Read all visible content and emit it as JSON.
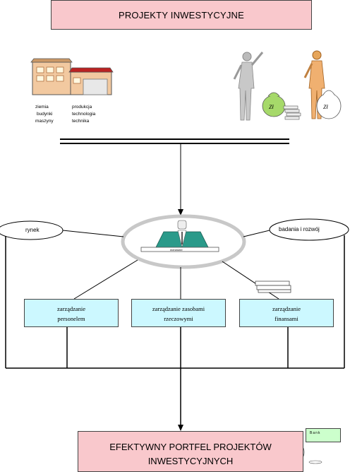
{
  "header": {
    "title": "PROJEKTY INWESTYCYJNE"
  },
  "assets_left": [
    "ziemia",
    "budynki",
    "maszyny"
  ],
  "assets_right": [
    "produkcja",
    "technologia",
    "technika"
  ],
  "ovals": {
    "left": "rynek",
    "right": "badania i rozwój"
  },
  "manager_label": "menedżer",
  "departments": [
    {
      "line1": "zarządzanie",
      "line2": "personelem"
    },
    {
      "line1": "zarządzanie zasobami",
      "line2": "rzeczowymi"
    },
    {
      "line1": "zarządzanie",
      "line2": "finansami"
    }
  ],
  "footer": {
    "line1": "EFEKTYWNY PORTFEL PROJEKTÓW",
    "line2": "INWESTYCYJNYCH"
  },
  "bank_label": "Bank",
  "money_label": "Zł",
  "colors": {
    "pink": "#f9c8cc",
    "cyan": "#ccf8ff",
    "gray_oval": "#c8c8c8",
    "manager": "#2a9a8a"
  }
}
